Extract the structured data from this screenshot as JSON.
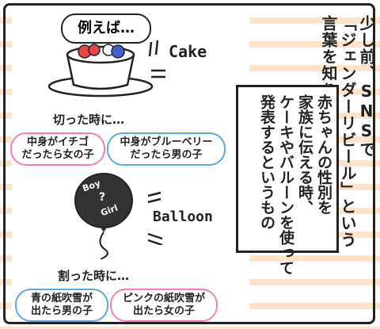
{
  "narration": {
    "col1": "少し前、SNSで",
    "col2": "「ジェンダーリビール」という",
    "col3": "言葉を知りました"
  },
  "box": {
    "line1": "赤ちゃんの性別を",
    "line2": "家族に伝える時、",
    "line3": "ケーキやバルーンを使って",
    "line4": "発表するというもの"
  },
  "example_label": "例えば…",
  "cake": {
    "name": "Cake",
    "cut_label": "切った時に…",
    "strawberry": "中身がイチゴ\nだったら女の子",
    "blueberry": "中身がブルーベリー\nだったら男の子"
  },
  "balloon": {
    "name": "Balloon",
    "text_boy": "Boy",
    "text_q": "?",
    "text_girl": "Girl",
    "pop_label": "割った時に…",
    "blue_confetti": "青の紙吹雪が\n出たら男の子",
    "pink_confetti": "ピンクの紙吹雪が\n出たら女の子"
  },
  "colors": {
    "pink": "#f37fb6",
    "blue": "#5aa9e0",
    "stripe": "#fbe3cc"
  }
}
